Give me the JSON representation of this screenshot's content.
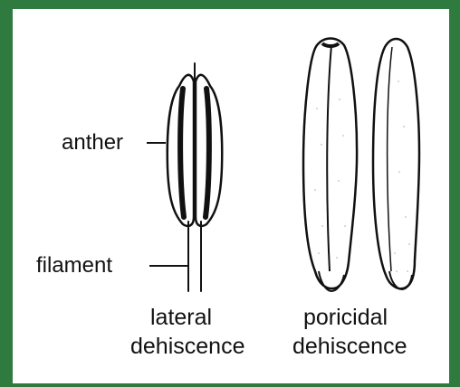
{
  "labels": {
    "anther": "anther",
    "filament": "filament",
    "lateral_1": "lateral",
    "lateral_2": "dehiscence",
    "poricidal_1": "poricidal",
    "poricidal_2": "dehiscence"
  },
  "colors": {
    "frame": "#2f7a3f",
    "background": "#ffffff",
    "ink": "#111111"
  }
}
